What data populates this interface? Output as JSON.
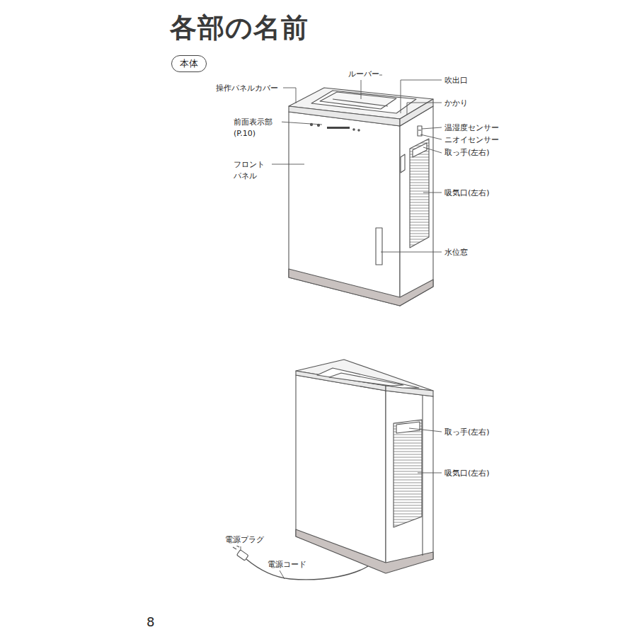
{
  "diagram": {
    "title": "各部の名前",
    "nodes": [
      {
        "text": [
          "本体"
        ]
      }
    ],
    "labels": [
      "ルーバー",
      "吹出口",
      "操作パネルカバー",
      "かかり",
      "前面表示部 (P.10)",
      "温湿度センサー",
      "ニオイセンサー",
      "取っ手(左右)",
      "フロント パネル",
      "吸気口(左右)",
      "水位窓",
      "取っ手(左右)",
      "吸気口(左右)",
      "電源プラグ",
      "電源コード",
      "8"
    ]
  }
}
